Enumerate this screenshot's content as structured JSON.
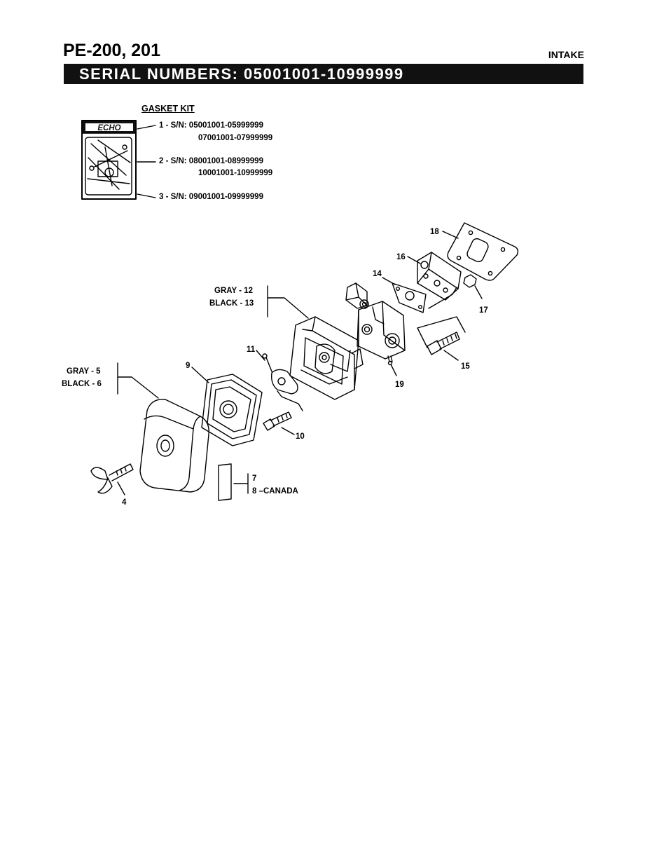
{
  "header": {
    "model": "PE-200, 201",
    "section": "INTAKE",
    "serial_banner": "SERIAL  NUMBERS:  05001001-10999999"
  },
  "gasket_kit": {
    "title": "GASKET KIT",
    "logo_text": "ECHO",
    "entries": [
      {
        "item": "1",
        "lines": [
          "1  - S/N:  05001001-05999999",
          "07001001-07999999"
        ]
      },
      {
        "item": "2",
        "lines": [
          "2  - S/N:  08001001-08999999",
          "10001001-10999999"
        ]
      },
      {
        "item": "3",
        "lines": [
          "3  - S/N:  09001001-09999999"
        ]
      }
    ]
  },
  "callouts": {
    "c4": "4",
    "c5": "GRAY - 5",
    "c6": "BLACK - 6",
    "c7": "7",
    "c8": "8 –CANADA",
    "c9": "9",
    "c10": "10",
    "c11": "11",
    "c12": "GRAY - 12",
    "c13": "BLACK - 13",
    "c14": "14",
    "c15": "15",
    "c16": "16",
    "c17": "17",
    "c18": "18",
    "c19": "19"
  }
}
